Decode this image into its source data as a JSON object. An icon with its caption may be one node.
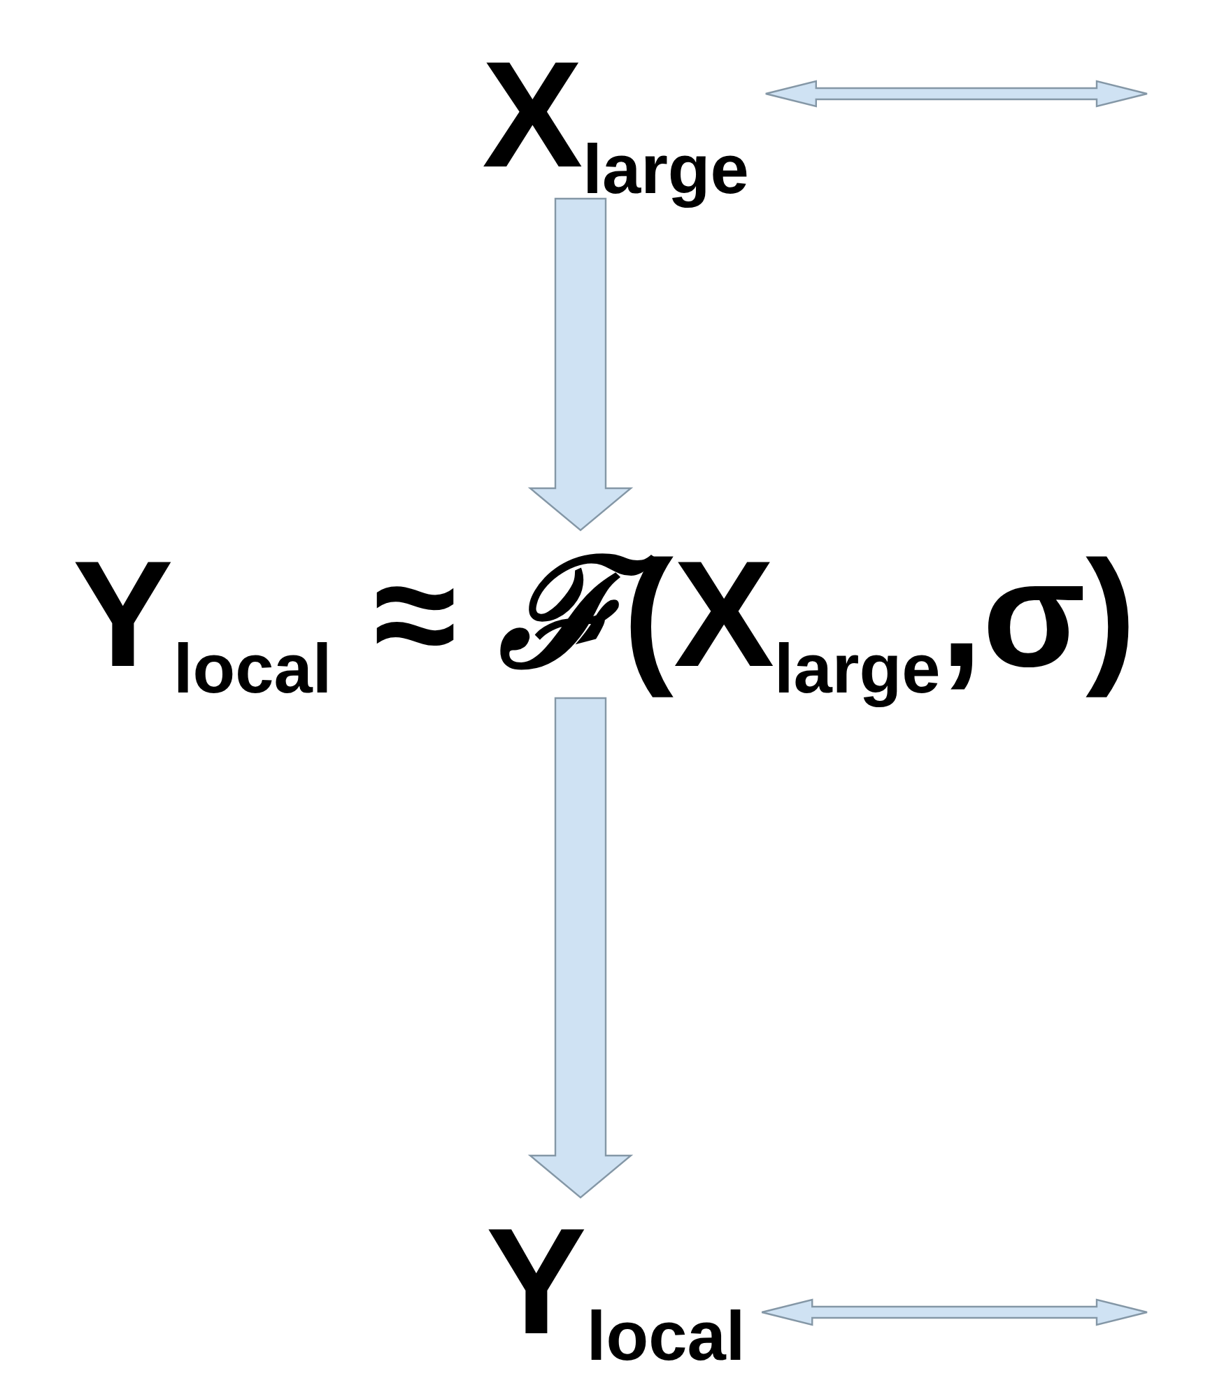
{
  "diagram": {
    "nodes": [
      {
        "text": [
          "X$_{large}$"
        ]
      },
      {
        "text": [
          "Y$_{local}$ ≈ *ℱ*(X$_{large}$,σ)"
        ]
      },
      {
        "text": [
          "Y$_{local}$"
        ]
      }
    ],
    "edges": [
      {
        "from": 0,
        "to": 1,
        "arrow": "to"
      },
      {
        "from": 1,
        "to": 2,
        "arrow": "to"
      },
      {
        "from": 0,
        "to": null,
        "arrow": "both"
      },
      {
        "from": 2,
        "to": null,
        "arrow": "both"
      }
    ]
  }
}
